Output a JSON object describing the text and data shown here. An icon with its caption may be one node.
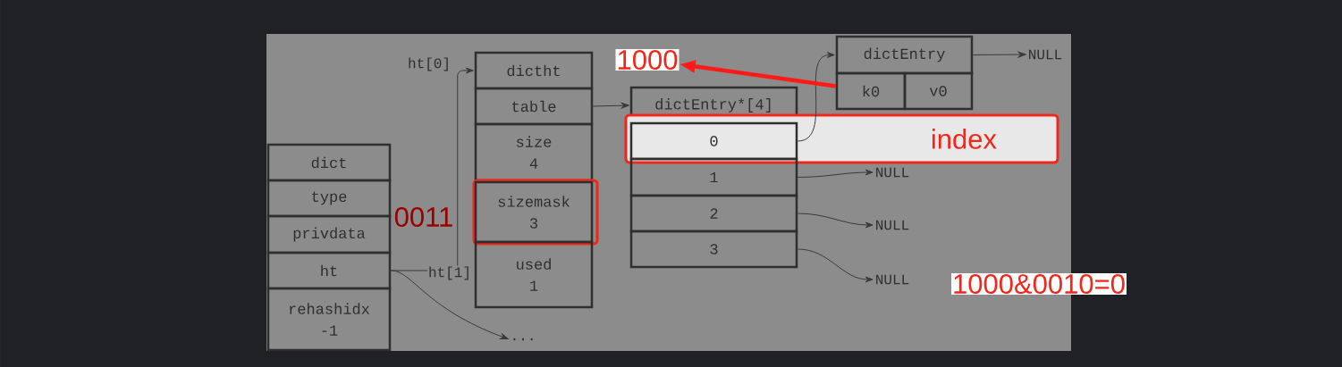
{
  "diagram": {
    "nodes": [
      {
        "text": [
          "dict"
        ]
      },
      {
        "text": [
          "type"
        ]
      },
      {
        "text": [
          "privdata"
        ]
      },
      {
        "text": [
          "ht"
        ]
      },
      {
        "text": [
          "rehashidx",
          "-1"
        ]
      },
      {
        "text": [
          "dictht"
        ]
      },
      {
        "text": [
          "table"
        ]
      },
      {
        "text": [
          "size",
          "4"
        ]
      },
      {
        "text": [],
        "shape": "box",
        "beside": [
          "0011"
        ]
      },
      {
        "text": [
          "sizemask",
          "3"
        ],
        "in": 8
      },
      {
        "text": [
          "used",
          "1"
        ]
      },
      {
        "text": [
          "1000"
        ]
      },
      {
        "text": [
          "dictEntry"
        ]
      },
      {
        "text": [
          "k0"
        ]
      },
      {
        "text": [
          "v0"
        ]
      },
      {
        "text": [
          "NULL"
        ]
      },
      {
        "text": [
          "dictEntry*[4]"
        ]
      },
      {
        "text": [
          "index"
        ]
      },
      {
        "text": [
          "0"
        ],
        "in": 17
      },
      {
        "text": [
          "1"
        ]
      },
      {
        "text": [
          "2"
        ]
      },
      {
        "text": [
          "3"
        ]
      },
      {
        "text": [
          "NULL"
        ]
      },
      {
        "text": [
          "NULL"
        ]
      },
      {
        "text": [
          "NULL"
        ]
      },
      {
        "text": [
          "..."
        ]
      }
    ],
    "edges": [
      {
        "from": 3,
        "to": 5,
        "arrow": "to",
        "label": "ht[0]"
      },
      {
        "from": 3,
        "to": 25,
        "arrow": "to",
        "label": "ht[1]"
      },
      {
        "from": 6,
        "to": 16,
        "arrow": "to"
      },
      {
        "from": 18,
        "to": 12,
        "arrow": "to"
      },
      {
        "from": 12,
        "to": 15,
        "arrow": "to"
      },
      {
        "from": 19,
        "to": 22,
        "arrow": "to"
      },
      {
        "from": 20,
        "to": 23,
        "arrow": "to"
      },
      {
        "from": 21,
        "to": 24,
        "arrow": "to"
      },
      {
        "from": 13,
        "to": 11,
        "arrow": "to",
        "style": "thick",
        "color": "#ff1a1a"
      }
    ],
    "labels": [
      "1000&0010=0"
    ]
  }
}
